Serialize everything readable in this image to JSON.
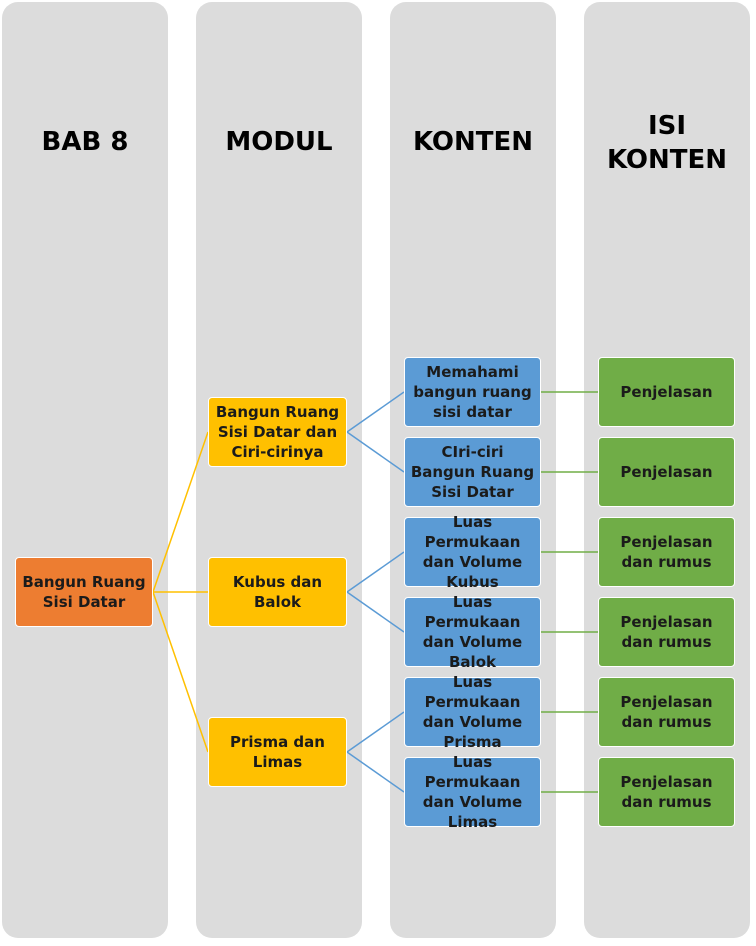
{
  "headers": {
    "bab": "BAB 8",
    "modul": "MODUL",
    "konten": "KONTEN",
    "isi_line1": "ISI",
    "isi_line2": "KONTEN"
  },
  "root": {
    "label": "Bangun Ruang Sisi Datar"
  },
  "moduls": [
    {
      "label": "Bangun Ruang Sisi Datar dan Ciri-cirinya"
    },
    {
      "label": "Kubus dan Balok"
    },
    {
      "label": "Prisma dan Limas"
    }
  ],
  "kontens": [
    {
      "label": "Memahami bangun ruang sisi datar"
    },
    {
      "label": "CIri-ciri Bangun Ruang Sisi Datar"
    },
    {
      "label": "Luas Permukaan dan Volume Kubus"
    },
    {
      "label": "Luas Permukaan dan Volume Balok"
    },
    {
      "label": "Luas Permukaan dan Volume Prisma"
    },
    {
      "label": "Luas Permukaan dan Volume Limas"
    }
  ],
  "isi": [
    {
      "label": "Penjelasan"
    },
    {
      "label": "Penjelasan"
    },
    {
      "label": "Penjelasan dan rumus"
    },
    {
      "label": "Penjelasan dan rumus"
    },
    {
      "label": "Penjelasan dan rumus"
    },
    {
      "label": "Penjelasan dan rumus"
    }
  ],
  "colors": {
    "column_bg": "#dcdcdc",
    "root": "#ed7d31",
    "modul": "#ffc000",
    "konten": "#5b9bd5",
    "isi": "#70ad47",
    "line_modul": "#ffc000",
    "line_konten": "#5b9bd5",
    "line_isi": "#70ad47"
  }
}
